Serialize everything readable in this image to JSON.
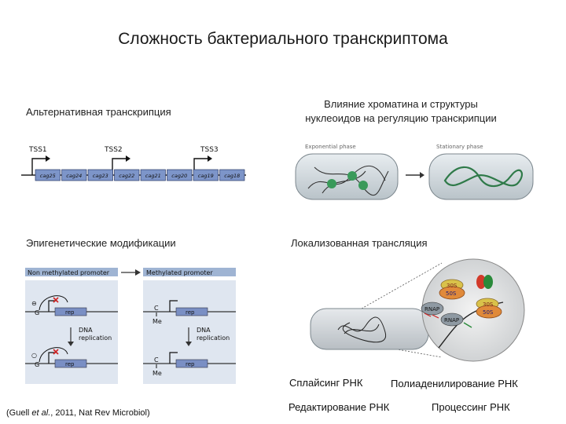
{
  "title": "Сложность бактериального транскриптома",
  "panels": {
    "alt_transcription": {
      "heading": "Альтернативная транскрипция",
      "tss": [
        "TSS1",
        "TSS2",
        "TSS3"
      ],
      "genes": [
        "cag25",
        "cag24",
        "cag23",
        "cag22",
        "cag21",
        "cag20",
        "cag19",
        "cag18"
      ]
    },
    "chromatin": {
      "heading_line1": "Влияние хроматина и структуры",
      "heading_line2": "нуклеоидов на регуляцию транскрипции",
      "left_label": "Exponential phase",
      "right_label": "Stationary phase"
    },
    "epigenetic": {
      "heading": "Эпигенетические модификации",
      "left_header": "Non methylated promoter",
      "right_header": "Methylated promoter",
      "gene": "rep",
      "arrow_label_1": "DNA",
      "arrow_label_2": "replication",
      "me_label": "Me",
      "g_label": "G",
      "c_label": "C"
    },
    "translation": {
      "heading": "Локализованная трансляция",
      "ribo_30s": "30S",
      "ribo_50s": "50S",
      "rnap": "RNAP"
    }
  },
  "bottom": {
    "splicing": "Сплайсинг РНК",
    "polyadenylation": "Полиаденилирование РНК",
    "editing": "Редактирование РНК",
    "processing": "Процессинг РНК"
  },
  "citation": {
    "pre": "(Guell ",
    "italic": "et al.",
    "post": ", 2011, Nat Rev Microbiol)"
  }
}
